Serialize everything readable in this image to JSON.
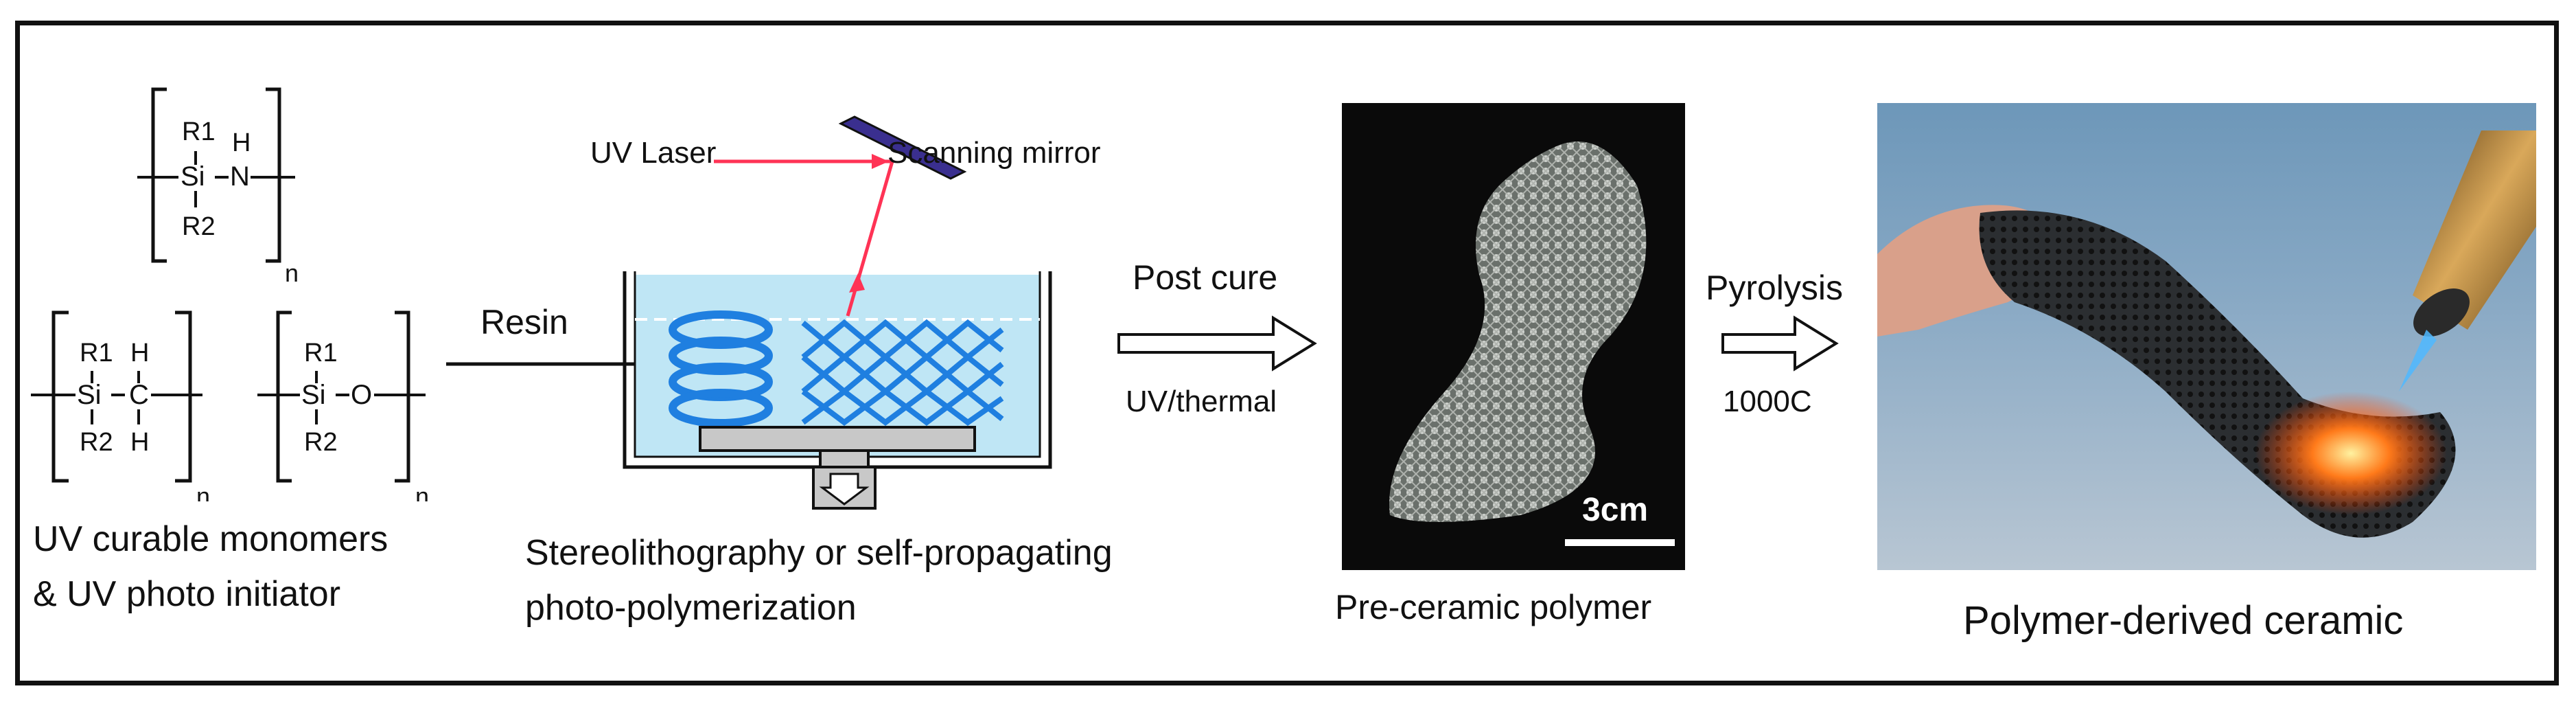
{
  "monomers": {
    "caption_line1": "UV curable monomers",
    "caption_line2": "& UV photo initiator",
    "atoms": {
      "si": "Si",
      "n": "N",
      "h": "H",
      "c": "C",
      "o": "O",
      "r1": "R1",
      "r2": "R2",
      "n_repeat": "n"
    }
  },
  "sla": {
    "uv_laser_label": "UV Laser",
    "mirror_label": "Scanning mirror",
    "resin_label": "Resin",
    "caption_line1": "Stereolithography or self-propagating",
    "caption_line2": "photo-polymerization",
    "colors": {
      "laser": "#ff3355",
      "resin": "#bfe6f5",
      "structure": "#1f7fe0",
      "mirror": "#3a2f8f"
    }
  },
  "post_cure": {
    "label_top": "Post cure",
    "label_bottom": "UV/thermal"
  },
  "pre_ceramic": {
    "scale_bar_label": "3cm",
    "caption": "Pre-ceramic polymer"
  },
  "pyrolysis": {
    "label_top": "Pyrolysis",
    "label_bottom": "1000C"
  },
  "ceramic": {
    "caption": "Polymer-derived ceramic"
  }
}
